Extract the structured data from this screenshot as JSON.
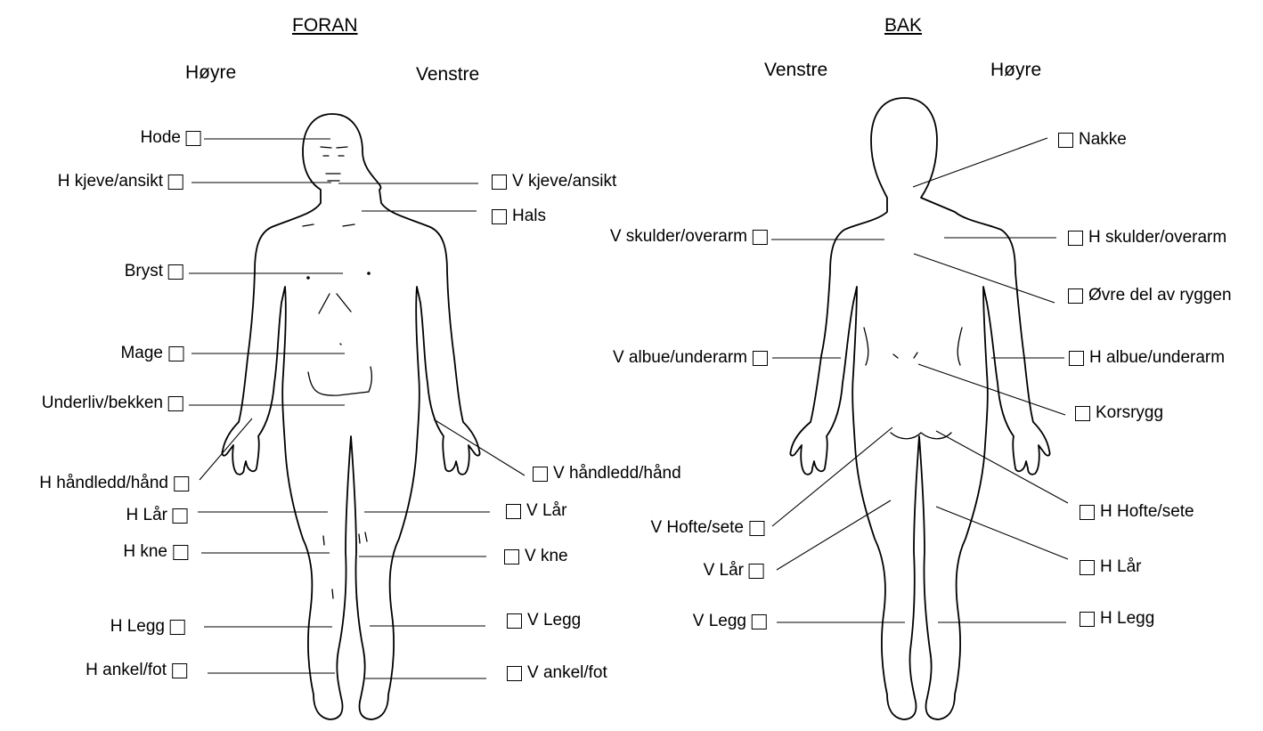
{
  "front": {
    "heading": "FORAN",
    "left_side": "Høyre",
    "right_side": "Venstre",
    "labels_left": [
      "Hode",
      "H kjeve/ansikt",
      "Bryst",
      "Mage",
      "Underliv/bekken",
      "H håndledd/hånd",
      "H Lår",
      "H kne",
      "H Legg",
      "H ankel/fot"
    ],
    "labels_right": [
      "V kjeve/ansikt",
      "Hals",
      "V håndledd/hånd",
      "V Lår",
      "V kne",
      "V Legg",
      "V ankel/fot"
    ]
  },
  "back": {
    "heading": "BAK",
    "left_side": "Venstre",
    "right_side": "Høyre",
    "labels_left": [
      "V skulder/overarm",
      "V albue/underarm",
      "V Hofte/sete",
      "V Lår",
      "V Legg"
    ],
    "labels_right": [
      "Nakke",
      "H skulder/overarm",
      "Øvre del av ryggen",
      "H albue/underarm",
      "Korsrygg",
      "H Hofte/sete",
      "H Lår",
      "H Legg"
    ]
  },
  "colors": {
    "ink": "#000000",
    "paper": "#ffffff"
  }
}
